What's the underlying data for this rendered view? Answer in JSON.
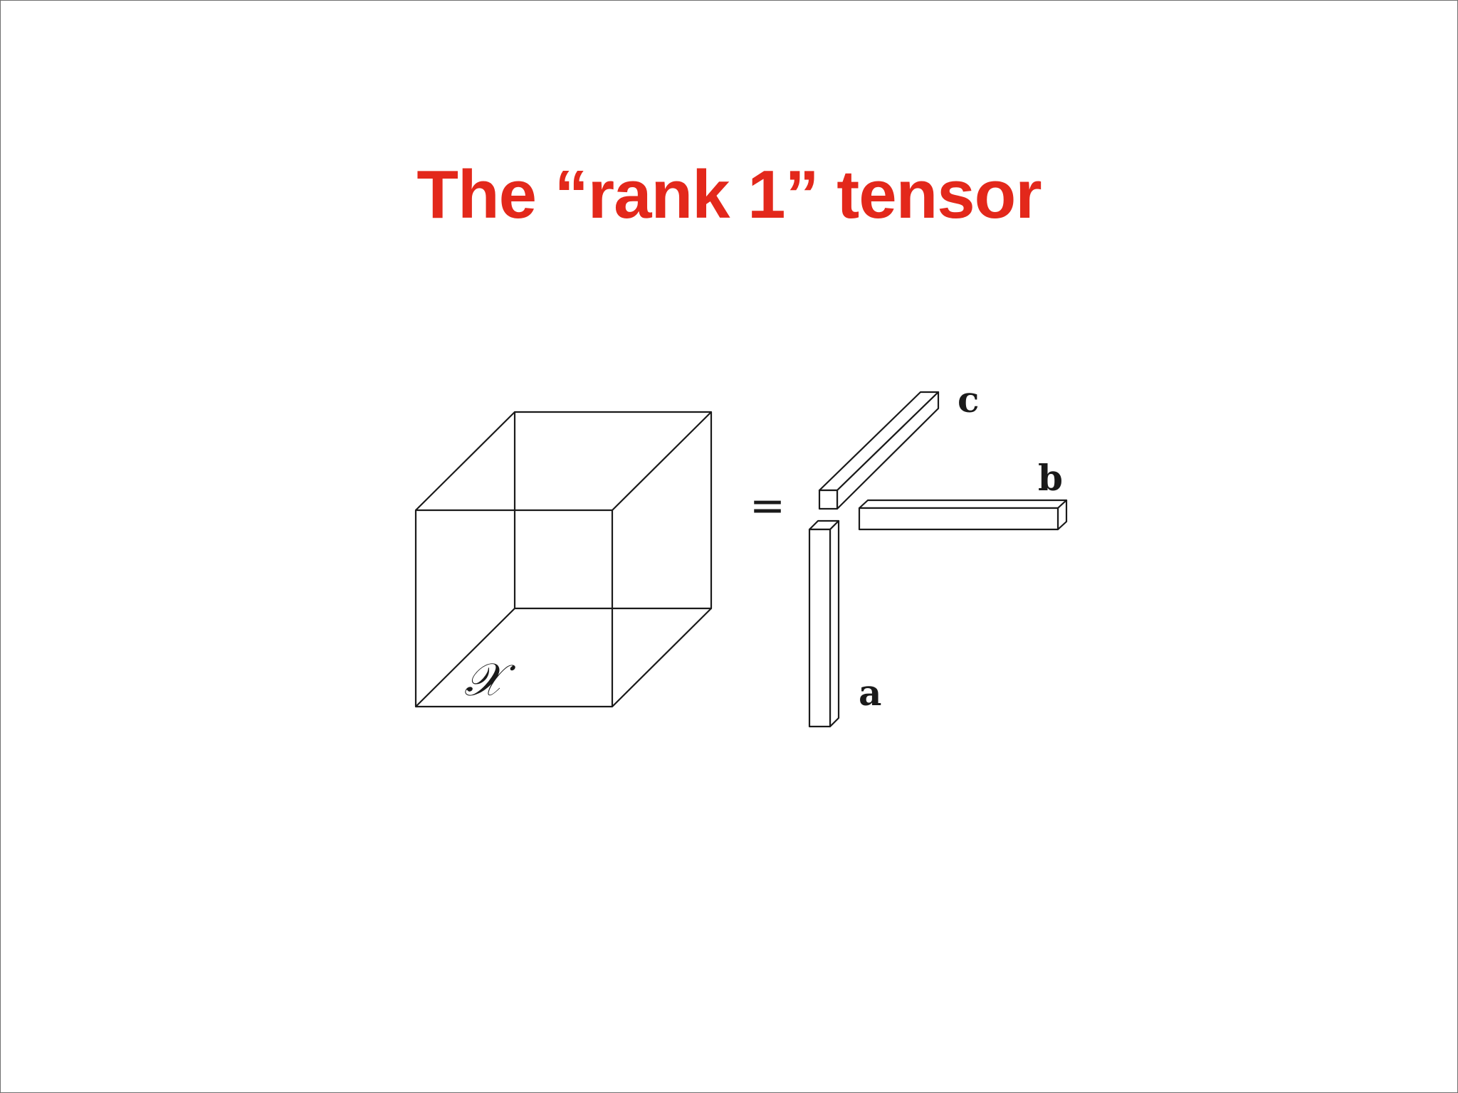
{
  "title": "The “rank 1” tensor",
  "diagram": {
    "tensor_label": "𝒳",
    "equals": "=",
    "vector_labels": {
      "a": "a",
      "b": "b",
      "c": "c"
    }
  },
  "colors": {
    "title": "#e3281b",
    "lines": "#1a1a1a",
    "background": "#ffffff"
  }
}
